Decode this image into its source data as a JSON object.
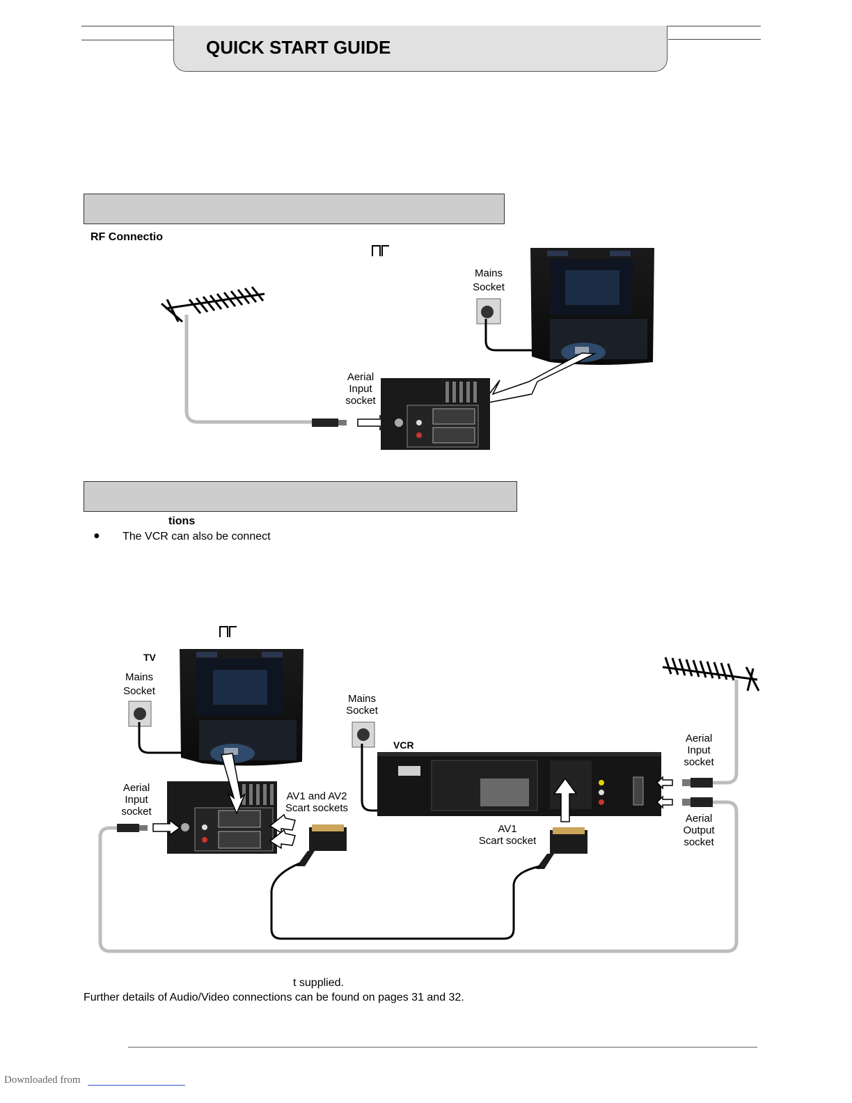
{
  "header": {
    "title": "QUICK START GUIDE"
  },
  "rf_section": {
    "heading": "RF Connectio",
    "labels": {
      "mains_socket": [
        "Mains",
        "Socket"
      ],
      "aerial_input": [
        "Aerial",
        "Input",
        "socket"
      ]
    }
  },
  "av_section": {
    "heading": "tions",
    "bullet": "The VCR can also be connect",
    "labels": {
      "tv": "TV",
      "tv_mains": [
        "Mains",
        "Socket"
      ],
      "vcr_mains": [
        "Mains",
        "Socket"
      ],
      "vcr": "VCR",
      "tv_aerial_input": [
        "Aerial",
        "Input",
        "socket"
      ],
      "av_sockets": [
        "AV1 and AV2",
        "Scart sockets"
      ],
      "av1_socket": [
        "AV1",
        "Scart socket"
      ],
      "vcr_aerial_input": [
        "Aerial",
        "Input",
        "socket"
      ],
      "vcr_aerial_output": [
        "Aerial",
        "Output",
        "socket"
      ]
    }
  },
  "notes": {
    "line1": "t supplied.",
    "line2": "Further details of Audio/Video connections can be found on pages 31 and 32."
  },
  "footer": {
    "downloaded": "Downloaded from"
  }
}
